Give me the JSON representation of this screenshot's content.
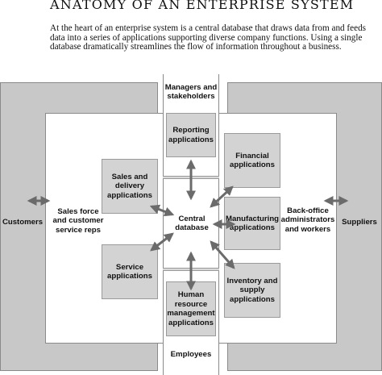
{
  "title": "ANATOMY OF AN ENTERPRISE SYSTEM",
  "intro": "At the heart of an enterprise system is a central database that draws data from and feeds data into a series of applications supporting diverse company functions. Using a single database dramatically streamlines the flow of information throughout a business.",
  "top_label": "Managers and stakeholders",
  "bottom_label": "Employees",
  "left_outer": "Customers",
  "right_outer": "Suppliers",
  "left_inner": "Sales force and customer service reps",
  "right_inner": "Back-office administrators and workers",
  "center": "Central database",
  "apps": {
    "reporting": "Reporting applications",
    "financial": "Financial applications",
    "sales": "Sales and delivery applications",
    "manufacturing": "Manufacturing applications",
    "service": "Service applications",
    "inventory": "Inventory and supply applications",
    "hr": "Human resource management applications"
  }
}
